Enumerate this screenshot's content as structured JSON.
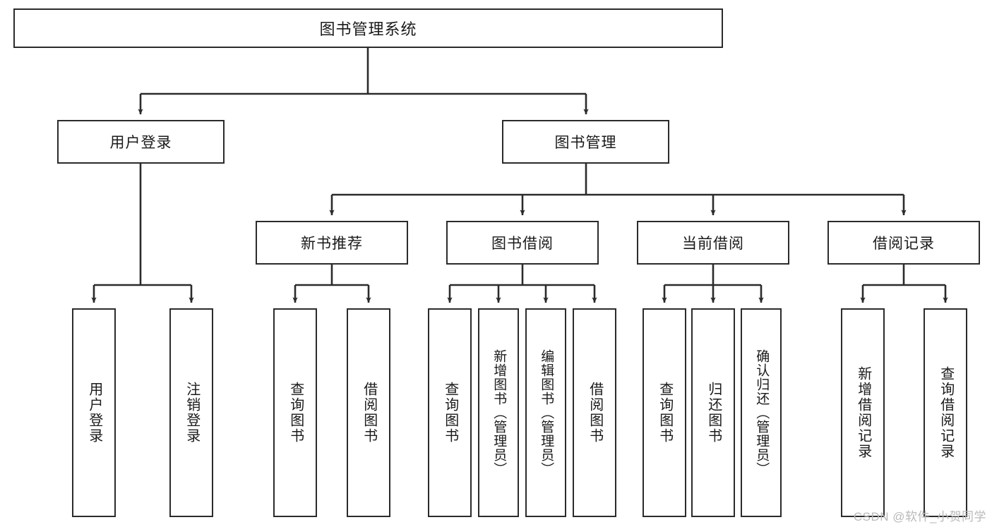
{
  "diagram": {
    "title": "图书管理系统",
    "watermark": "CSDN @软件_小贺同学",
    "colors": {
      "stroke": "#2b2b2b",
      "fill": "#ffffff",
      "text": "#1a1a1a",
      "watermark": "#b9b9b9"
    },
    "root": {
      "label": "图书管理系统"
    },
    "level1": [
      {
        "label": "用户登录"
      },
      {
        "label": "图书管理"
      }
    ],
    "level2": [
      {
        "label": "新书推荐"
      },
      {
        "label": "图书借阅"
      },
      {
        "label": "当前借阅"
      },
      {
        "label": "借阅记录"
      }
    ],
    "leaves": {
      "user_login": [
        {
          "label": "用户登录"
        },
        {
          "label": "注销登录"
        }
      ],
      "new_book": [
        {
          "label": "查询图书"
        },
        {
          "label": "借阅图书"
        }
      ],
      "borrow_book": [
        {
          "label": "查询图书"
        },
        {
          "label": "新增图书（管理员）"
        },
        {
          "label": "编辑图书（管理员）"
        },
        {
          "label": "借阅图书"
        }
      ],
      "current_borrow": [
        {
          "label": "查询图书"
        },
        {
          "label": "归还图书"
        },
        {
          "label": "确认归还（管理员）"
        }
      ],
      "borrow_record": [
        {
          "label": "新增借阅记录"
        },
        {
          "label": "查询借阅记录"
        }
      ]
    }
  }
}
